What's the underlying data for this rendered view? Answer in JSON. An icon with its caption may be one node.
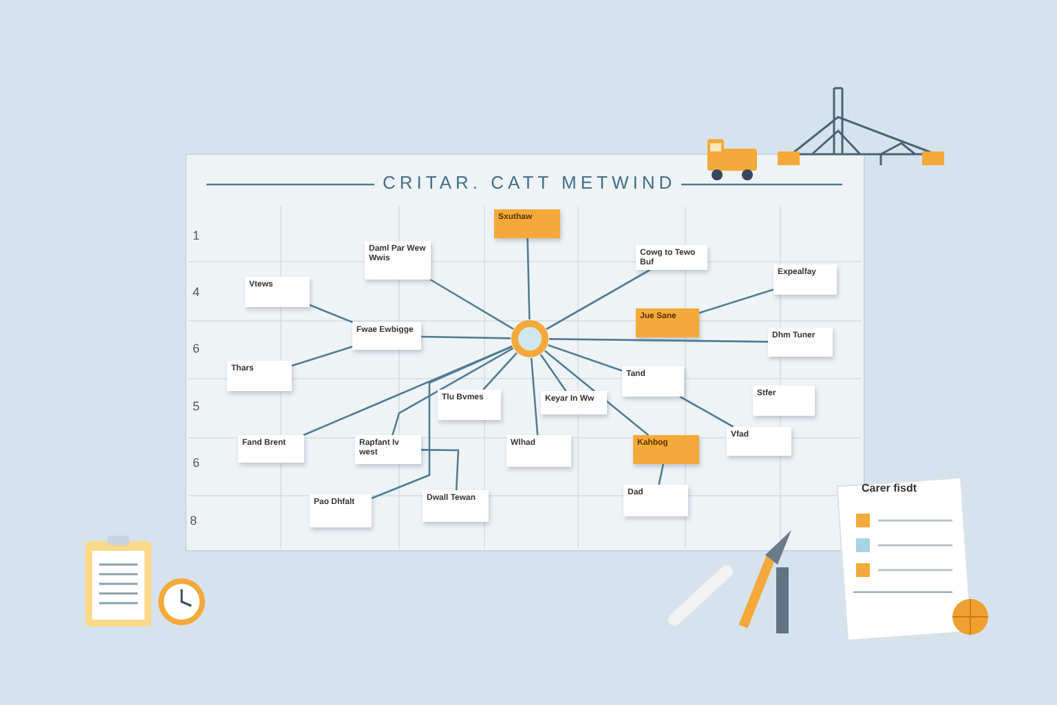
{
  "diagram": {
    "title": "CRITAR. CATT METWIND",
    "nodes": [
      {
        "text": [
          "Sxuthaw"
        ]
      },
      {
        "text": [
          "Daml Par Wew Wwis"
        ]
      },
      {
        "text": [
          "Cowg to Tewo Buf"
        ]
      },
      {
        "text": [
          "Expealfay"
        ]
      },
      {
        "text": [
          "Vtews"
        ]
      },
      {
        "text": [
          "Jue Sane"
        ]
      },
      {
        "text": [
          "Fwae Ewbigge"
        ]
      },
      {
        "text": [],
        "shape": "circle"
      },
      {
        "text": [
          "Dhm Tuner"
        ]
      },
      {
        "text": [
          "Thars"
        ]
      },
      {
        "text": [
          "Tand"
        ]
      },
      {
        "text": [
          "Stfer"
        ]
      },
      {
        "text": [
          "Tlu Bvmes"
        ]
      },
      {
        "text": [
          "Keyar In Ww"
        ]
      },
      {
        "text": [
          "Vfad"
        ]
      },
      {
        "text": [
          "Fand Brent"
        ]
      },
      {
        "text": [
          "Rapfant Iv west"
        ]
      },
      {
        "text": [
          "Wlhad"
        ]
      },
      {
        "text": [
          "Kahbog"
        ]
      },
      {
        "text": [
          "Dad"
        ]
      },
      {
        "text": [
          "Pao Dhfalt"
        ]
      },
      {
        "text": [
          "Dwall Tewan"
        ]
      }
    ],
    "edges": [
      {
        "from": 7,
        "to": 0,
        "arrow": "none"
      },
      {
        "from": 7,
        "to": 1,
        "arrow": "none"
      },
      {
        "from": 7,
        "to": 2,
        "arrow": "none"
      },
      {
        "from": 7,
        "to": 6,
        "arrow": "none"
      },
      {
        "from": 7,
        "to": 8,
        "arrow": "none"
      },
      {
        "from": 5,
        "to": 3,
        "arrow": "none"
      },
      {
        "from": 4,
        "to": 6,
        "arrow": "none"
      },
      {
        "from": 9,
        "to": 6,
        "arrow": "none"
      },
      {
        "from": 7,
        "to": 10,
        "arrow": "none"
      },
      {
        "from": 7,
        "to": 12,
        "arrow": "none"
      },
      {
        "from": 7,
        "to": 13,
        "arrow": "none"
      },
      {
        "from": 7,
        "to": 17,
        "arrow": "none"
      },
      {
        "from": 7,
        "to": 18,
        "arrow": "none"
      },
      {
        "from": 7,
        "to": 15,
        "arrow": "none"
      },
      {
        "from": 7,
        "to": 20,
        "arrow": "none"
      },
      {
        "from": 7,
        "to": 16,
        "arrow": "none"
      },
      {
        "from": 16,
        "to": 21,
        "arrow": "none"
      },
      {
        "from": 18,
        "to": 19,
        "arrow": "none"
      },
      {
        "from": 10,
        "to": 14,
        "arrow": "none"
      }
    ],
    "labels": [
      "1",
      "4",
      "6",
      "5",
      "6",
      "8",
      "Carer fisdt"
    ]
  }
}
